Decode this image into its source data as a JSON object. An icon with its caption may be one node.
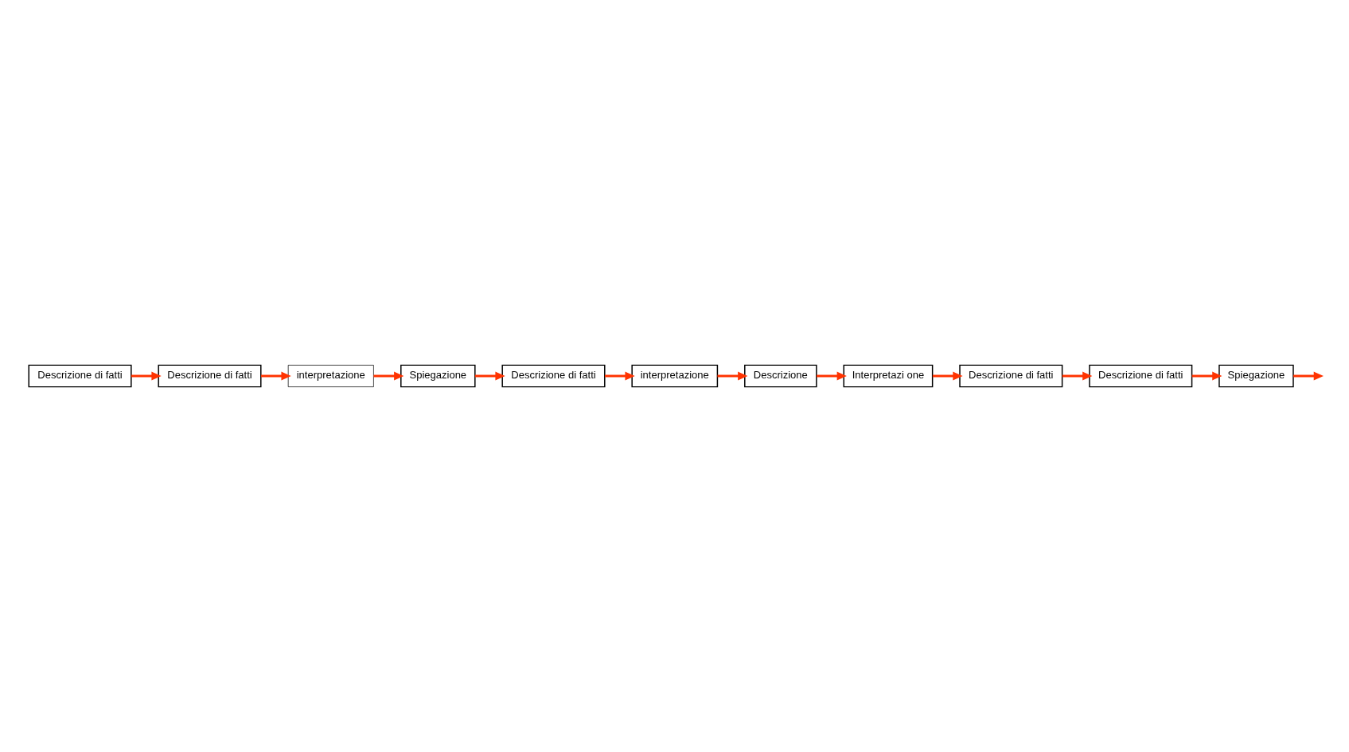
{
  "diagram": {
    "nodes": [
      {
        "text": [
          "Descrizione di fatti"
        ]
      },
      {
        "text": [
          "Descrizione di fatti"
        ]
      },
      {
        "text": [
          "interpretazione"
        ]
      },
      {
        "text": [
          "Descrizione"
        ]
      },
      {
        "text": [
          "Descrizione di fatti"
        ]
      },
      {
        "text": [
          "Interpretazi one"
        ]
      },
      {
        "text": [
          "Spiegazione"
        ]
      },
      {
        "text": [
          "interpretazione"
        ]
      },
      {
        "text": [
          "Descrizione di fatti"
        ]
      },
      {
        "text": [
          "Spiegazione"
        ]
      },
      {
        "text": [
          "Descrizione di fatti"
        ]
      }
    ],
    "edges": [
      {
        "from": 0,
        "to": 1,
        "arrow": "to"
      },
      {
        "from": 1,
        "to": 2,
        "arrow": "to"
      },
      {
        "from": 2,
        "to": 6,
        "arrow": "to"
      },
      {
        "from": 6,
        "to": 10,
        "arrow": "to"
      },
      {
        "from": 10,
        "to": 7,
        "arrow": "to"
      },
      {
        "from": 7,
        "to": 3,
        "arrow": "to"
      },
      {
        "from": 3,
        "to": 5,
        "arrow": "to"
      },
      {
        "from": 5,
        "to": 4,
        "arrow": "to"
      },
      {
        "from": 4,
        "to": 8,
        "arrow": "to"
      },
      {
        "from": 8,
        "to": 9,
        "arrow": "to"
      },
      {
        "from": 9,
        "to": null,
        "arrow": "to"
      }
    ]
  }
}
